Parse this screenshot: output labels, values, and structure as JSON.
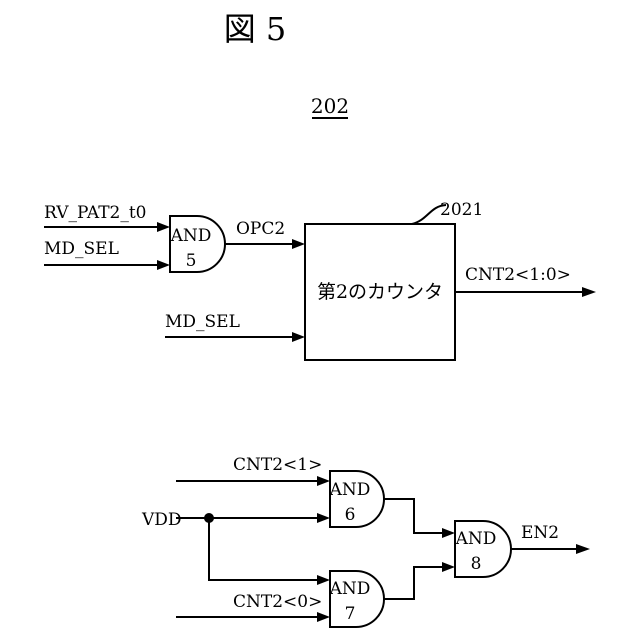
{
  "figure_title": "図 5",
  "block_ref": "202",
  "counter": {
    "ref": "2021",
    "label": "第2のカウンタ"
  },
  "gates": [
    {
      "type": "AND",
      "number": "5"
    },
    {
      "type": "AND",
      "number": "6"
    },
    {
      "type": "AND",
      "number": "7"
    },
    {
      "type": "AND",
      "number": "8"
    }
  ],
  "signals": {
    "rv_pat": "RV_PAT2_t0",
    "md_sel_gate": "MD_SEL",
    "md_sel_counter": "MD_SEL",
    "opc2": "OPC2",
    "cnt2_bus": "CNT2<1:0>",
    "cnt2_1": "CNT2<1>",
    "cnt2_0": "CNT2<0>",
    "vdd": "VDD",
    "en2": "EN2"
  }
}
